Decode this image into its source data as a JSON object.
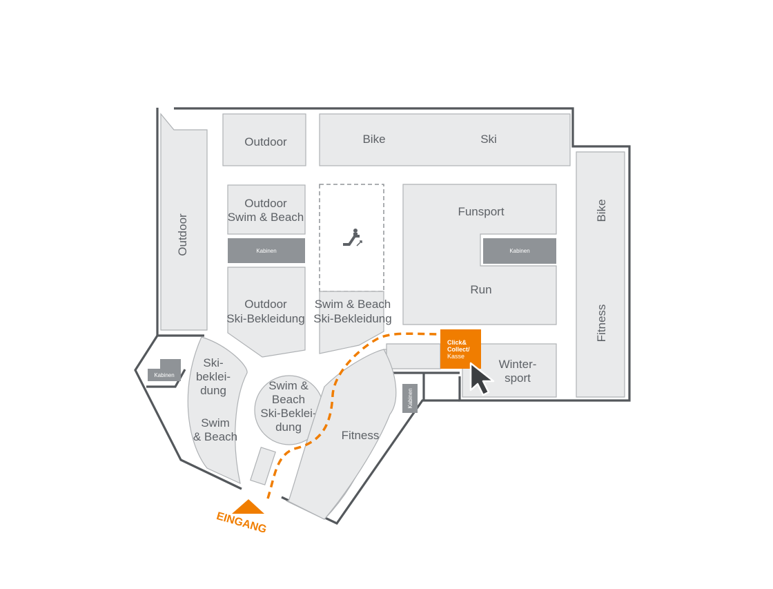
{
  "zones": {
    "outdoor_top": "Outdoor",
    "bike_top": "Bike",
    "ski_top": "Ski",
    "outdoor_left": "Outdoor",
    "outdoor_swim_beach": [
      "Outdoor",
      "Swim & Beach"
    ],
    "funsport": "Funsport",
    "bike_right": "Bike",
    "run": "Run",
    "fitness_right": "Fitness",
    "outdoor_ski_bekleidung": [
      "Outdoor",
      "Ski-Bekleidung"
    ],
    "swim_beach_ski_bekleidung": [
      "Swim & Beach",
      "Ski-Bekleidung"
    ],
    "wintersport": [
      "Winter-",
      "sport"
    ],
    "ski_bekleidung_left": [
      "Ski-",
      "beklei-",
      "dung"
    ],
    "swim_beach_left": [
      "Swim",
      "& Beach"
    ],
    "center_circle": [
      "Swim &",
      "Beach",
      "Ski-Beklei-",
      "dung"
    ],
    "fitness_center": "Fitness"
  },
  "kabinen": {
    "left": "Kabinen",
    "right": "Kabinen",
    "corner": "Kabinen",
    "small": "Kabinen"
  },
  "click_collect": [
    "Click&",
    "Collect/",
    "Kasse"
  ],
  "entrance": "EINGANG",
  "colors": {
    "zone_fill": "#e9eaeb",
    "kabinen": "#8f9397",
    "accent": "#f07d00",
    "wall": "#54585c",
    "text": "#5d6166"
  },
  "icons": {
    "escalator": "escalator-icon",
    "pointer": "cursor-arrow-icon"
  }
}
